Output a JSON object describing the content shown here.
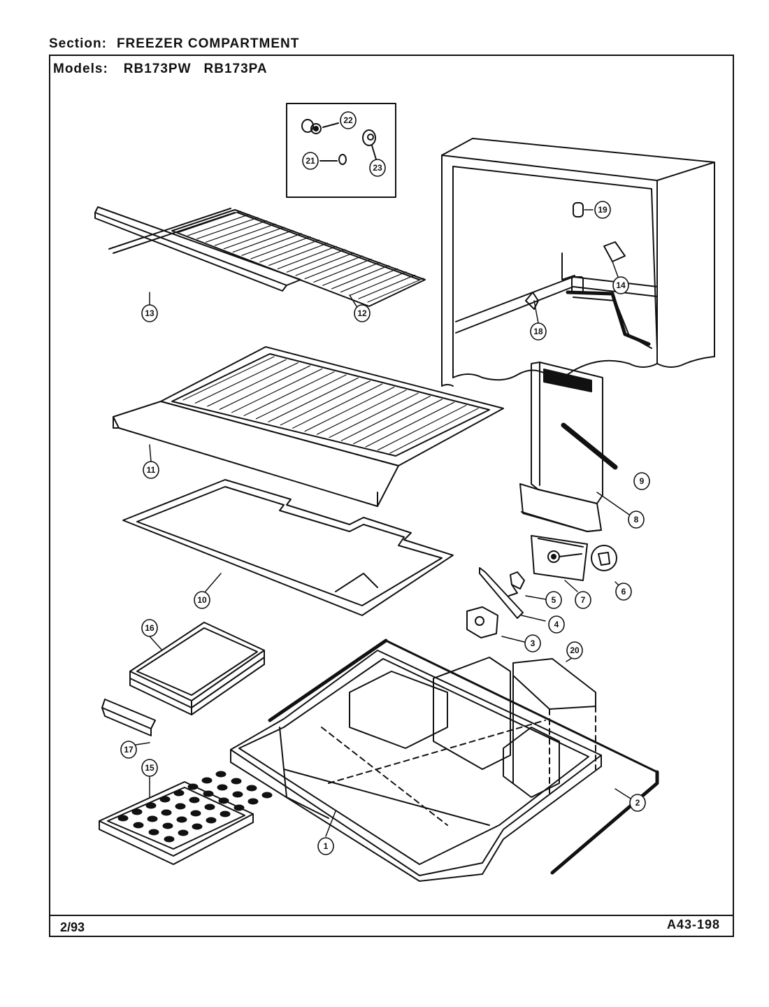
{
  "header": {
    "section_label": "Section:",
    "section_value": "FREEZER COMPARTMENT",
    "models_label": "Models:",
    "models": [
      "RB173PW",
      "RB173PA"
    ]
  },
  "footer": {
    "date": "2/93",
    "code": "A43-198"
  },
  "callouts": [
    "1",
    "2",
    "3",
    "4",
    "5",
    "6",
    "7",
    "8",
    "9",
    "10",
    "11",
    "12",
    "13",
    "14",
    "15",
    "16",
    "17",
    "18",
    "19",
    "20",
    "21",
    "22",
    "23"
  ]
}
